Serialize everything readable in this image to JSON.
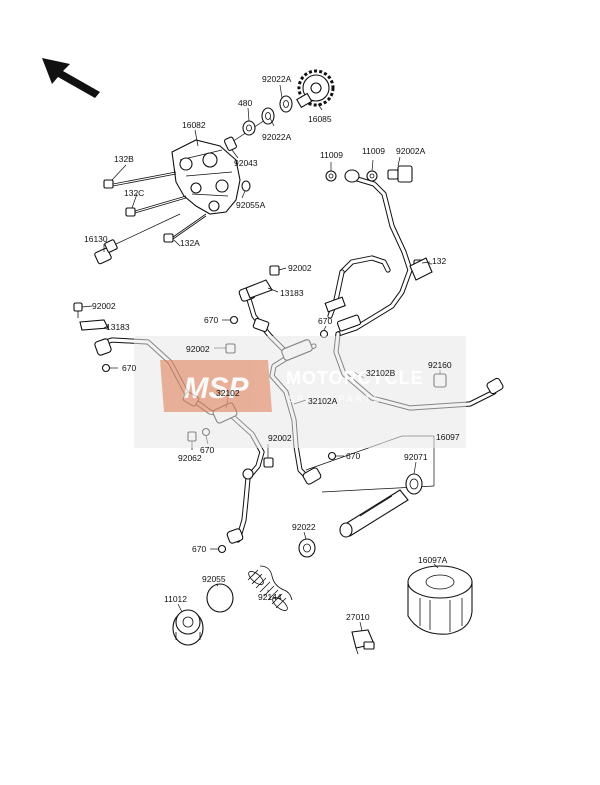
{
  "watermark": {
    "logo_text": "MSP",
    "title": "MOTORCYCLE",
    "subtitle": "SPARE PARTS",
    "brand_color": "#e07a4f"
  },
  "labels": {
    "l_92022A_top": "92022A",
    "l_480": "480",
    "l_16082": "16082",
    "l_92022A_bot": "92022A",
    "l_16085": "16085",
    "l_132B": "132B",
    "l_92043": "92043",
    "l_11009a": "11009",
    "l_11009b": "11009",
    "l_92002A": "92002A",
    "l_132C": "132C",
    "l_92055A": "92055A",
    "l_16130": "16130",
    "l_132A": "132A",
    "l_132": "132",
    "l_92002_a": "92002",
    "l_13183_a": "13183",
    "l_92002_b": "92002",
    "l_13183_b": "13183",
    "l_670_a": "670",
    "l_670_b": "670",
    "l_670_c": "670",
    "l_92002_c": "92002",
    "l_32102B": "32102B",
    "l_92160": "92160",
    "l_32102": "32102",
    "l_32102A": "32102A",
    "l_92062": "92062",
    "l_670_d": "670",
    "l_92002_d": "92002",
    "l_670_e": "670",
    "l_16097": "16097",
    "l_92071": "92071",
    "l_92022": "92022",
    "l_670_f": "670",
    "l_92055": "92055",
    "l_16097A": "16097A",
    "l_11012": "11012",
    "l_92144": "92144",
    "l_27010": "27010"
  },
  "icons": {
    "direction": "front-arrow-icon"
  }
}
